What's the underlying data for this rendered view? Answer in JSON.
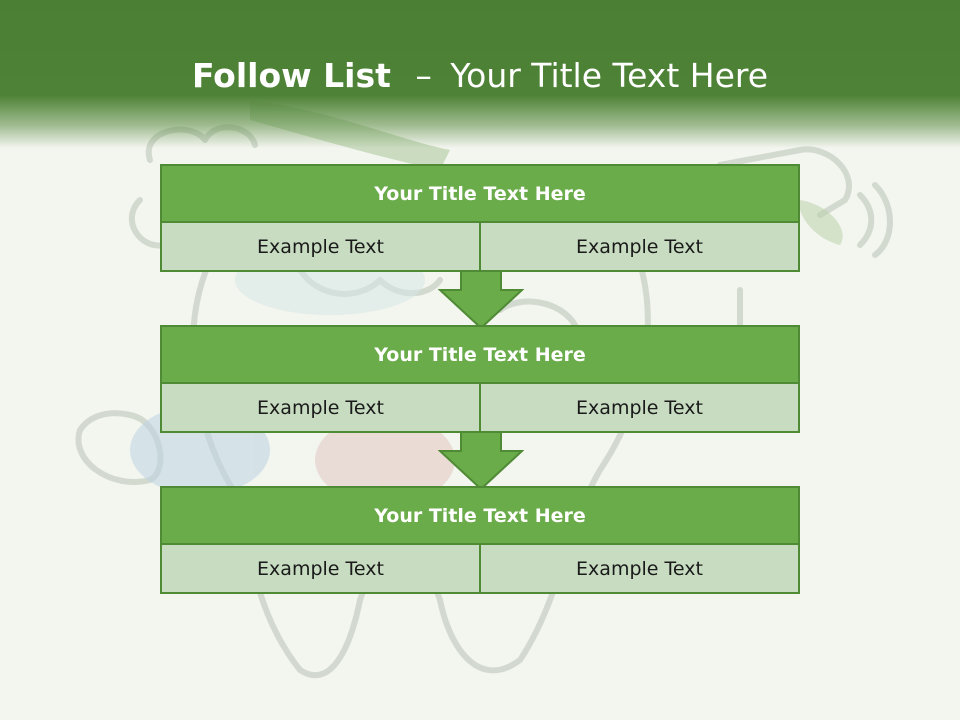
{
  "slide": {
    "title_bold": "Follow List",
    "title_sep": "–",
    "title_rest": "Your Title Text Here",
    "blocks": [
      {
        "title": "Your Title Text Here",
        "left": "Example Text",
        "right": "Example Text"
      },
      {
        "title": "Your Title Text Here",
        "left": "Example Text",
        "right": "Example Text"
      },
      {
        "title": "Your Title Text Here",
        "left": "Example Text",
        "right": "Example Text"
      }
    ]
  },
  "colors": {
    "header_green": "#4b7f33",
    "block_head_green": "#6aab4a",
    "cell_green": "#c7dcc0",
    "border_green": "#4f8a35"
  },
  "icons": {
    "background": "tooth-cartoon-illustration",
    "connector": "down-arrow-icon"
  }
}
